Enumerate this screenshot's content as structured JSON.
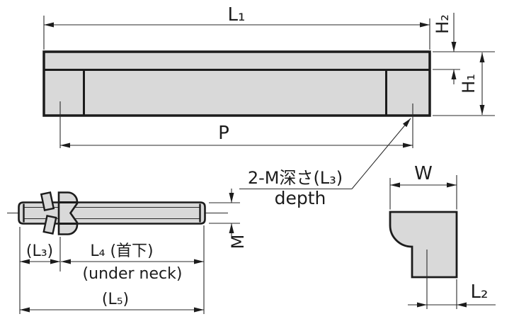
{
  "colors": {
    "part_fill": "#d9d9d9",
    "outline": "#1c1c1c",
    "dim_line": "#2a2a2a",
    "background": "#ffffff"
  },
  "front_view": {
    "dim_l1": "L₁",
    "dim_h2": "H₂",
    "dim_h1": "H₁",
    "dim_p": "P",
    "annotation_line1": "2-M深さ(L₃)",
    "annotation_line2": "depth"
  },
  "stud_view": {
    "dim_l3": "(L₃)",
    "dim_l4": "L₄ (首下)",
    "dim_l4_en": "(under neck)",
    "dim_l5": "(L₅)",
    "dim_m": "M"
  },
  "section_view": {
    "dim_w": "W",
    "dim_l2": "L₂"
  }
}
